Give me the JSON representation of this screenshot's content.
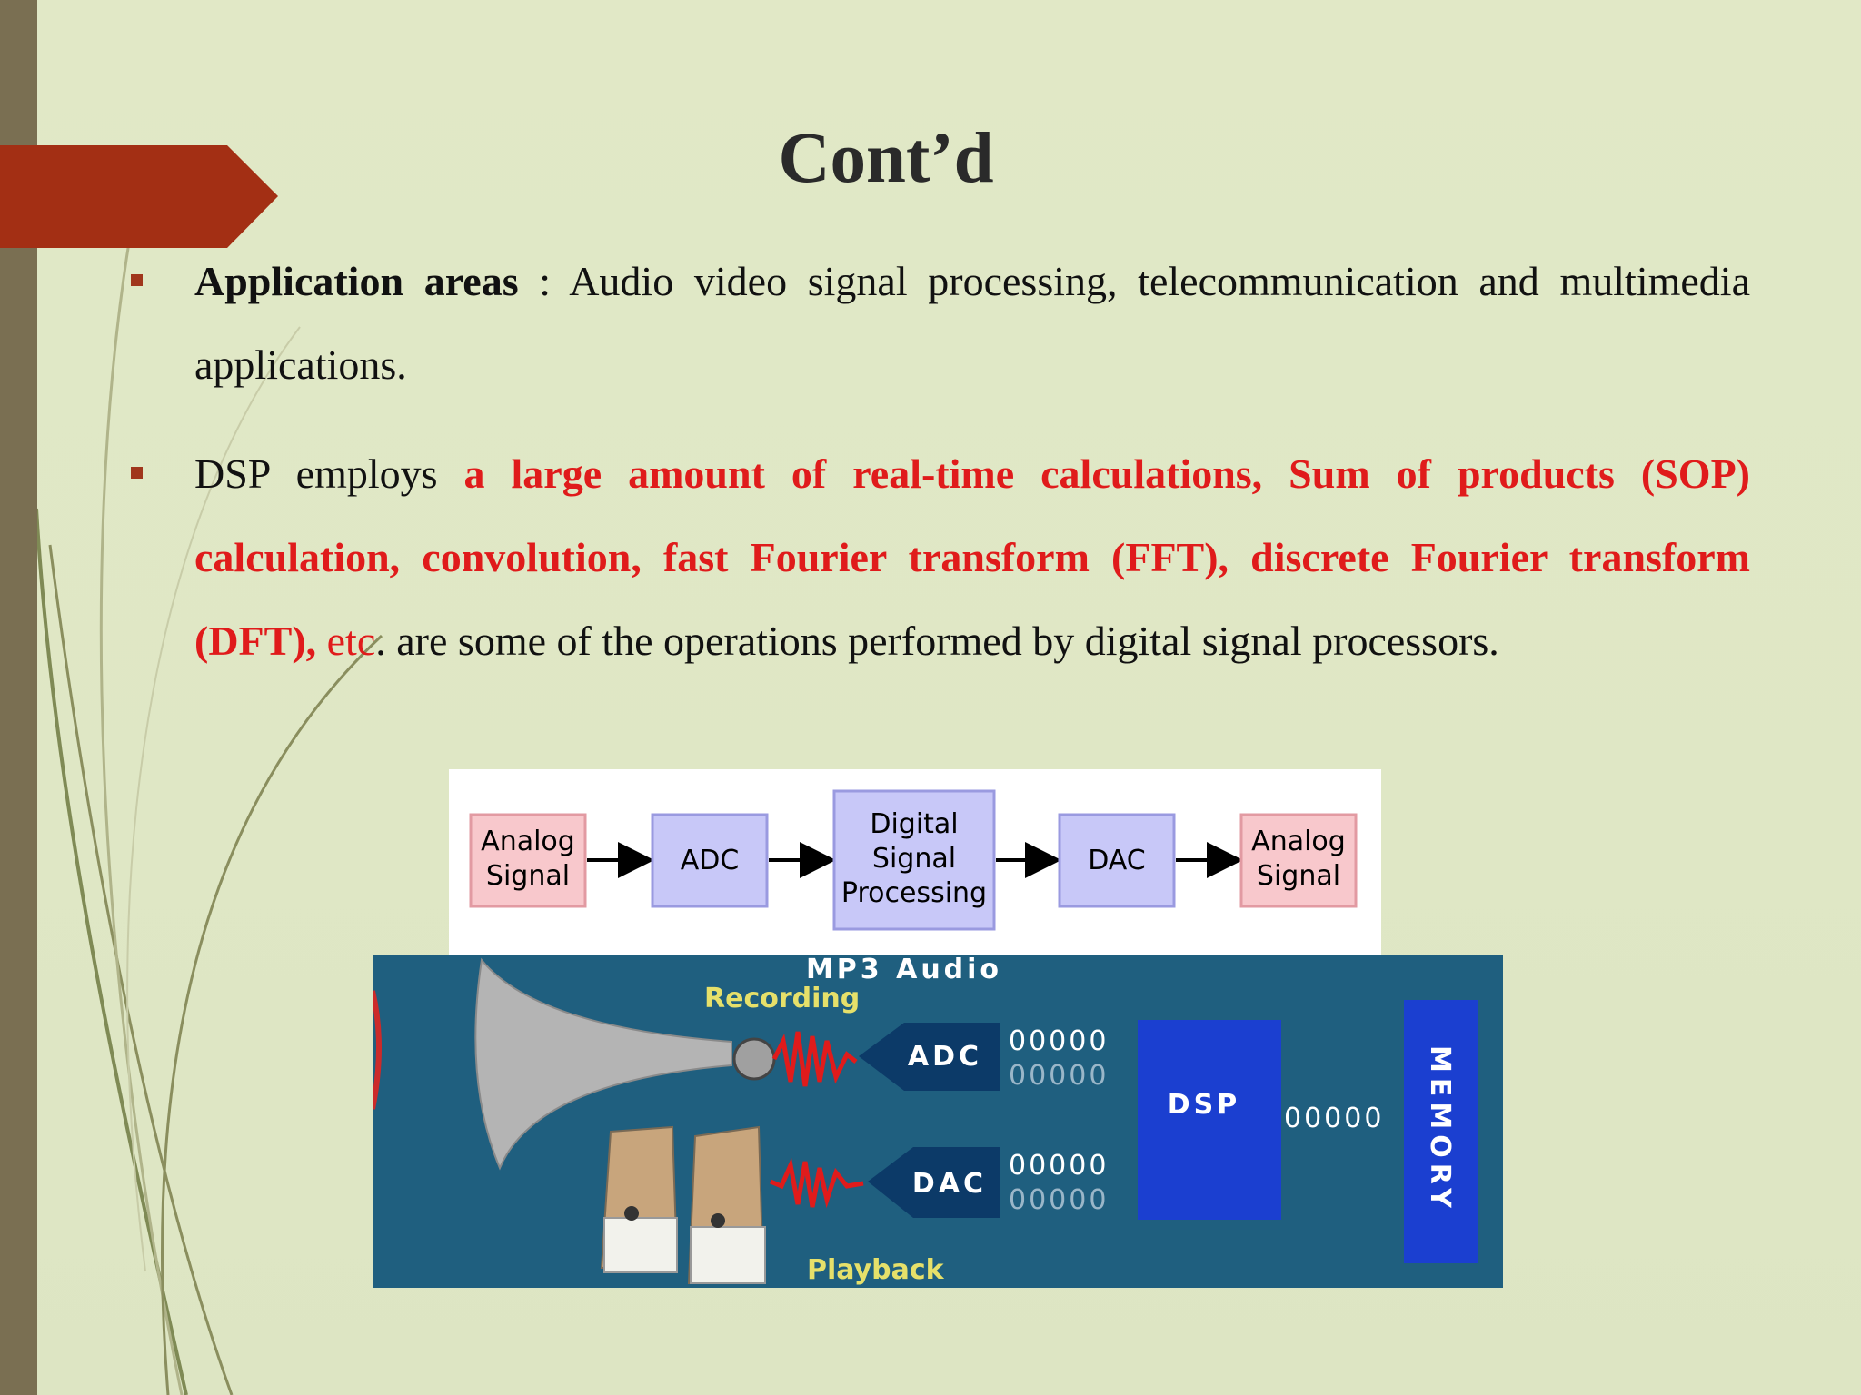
{
  "slide": {
    "title": "Cont’d",
    "bullet1": {
      "label": "Application areas",
      "sep": " : ",
      "text": "Audio video signal processing, telecommunication and multimedia applications."
    },
    "bullet2": {
      "lead": "DSP employs ",
      "highlight": "a large amount of real-time calculations, Sum of products (SOP) calculation, convolution, fast Fourier transform (FFT), discrete Fourier transform (DFT),",
      "etc": " etc",
      "tail": ". are some of the operations performed by digital signal processors."
    }
  },
  "block_diagram": {
    "blocks": [
      "Analog Signal",
      "ADC",
      "Digital Signal Processing",
      "DAC",
      "Analog Signal"
    ],
    "colors": {
      "analog": "#f8c8cc",
      "process": "#c8c8f8"
    }
  },
  "mp3_diagram": {
    "title": "MP3 Audio",
    "recording_label": "Recording",
    "playback_label": "Playback",
    "adc_label": "ADC",
    "dac_label": "DAC",
    "dsp_label": "DSP",
    "memory_label": "MEMORY",
    "bits": "00000",
    "colors": {
      "background": "#1f5f7f",
      "dsp": "#1b3fd0",
      "converter": "#0c3a68",
      "wave": "#e01b1b"
    }
  },
  "colors": {
    "accent": "#a0361c",
    "highlight_text": "#e01b1b"
  }
}
